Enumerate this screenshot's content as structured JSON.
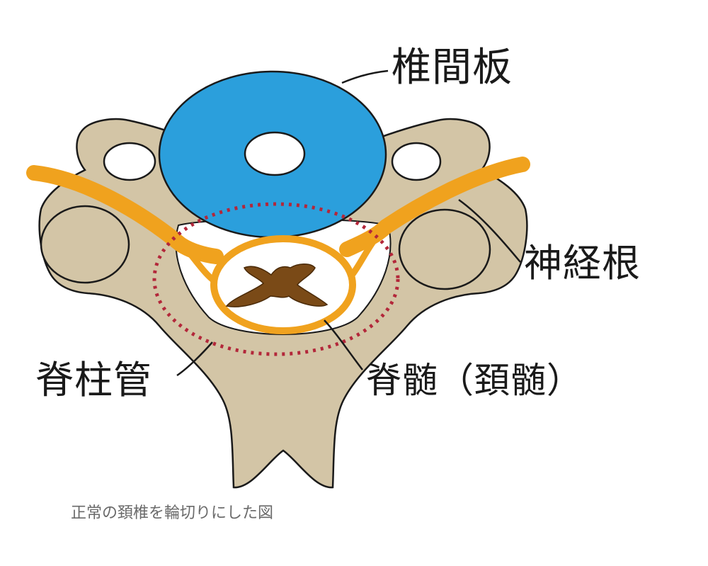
{
  "labels": {
    "disc": "椎間板",
    "nerve_root": "神経根",
    "canal": "脊柱管",
    "cord": "脊髄（頚髄）"
  },
  "caption": "正常の頚椎を輪切りにした図",
  "colors": {
    "bone": "#d3c5a6",
    "disc": "#2b9fdc",
    "nerve": "#f0a21e",
    "gray_matter": "#7a4a17",
    "canal_outline": "#b3273a",
    "outline": "#1a1a1a"
  }
}
